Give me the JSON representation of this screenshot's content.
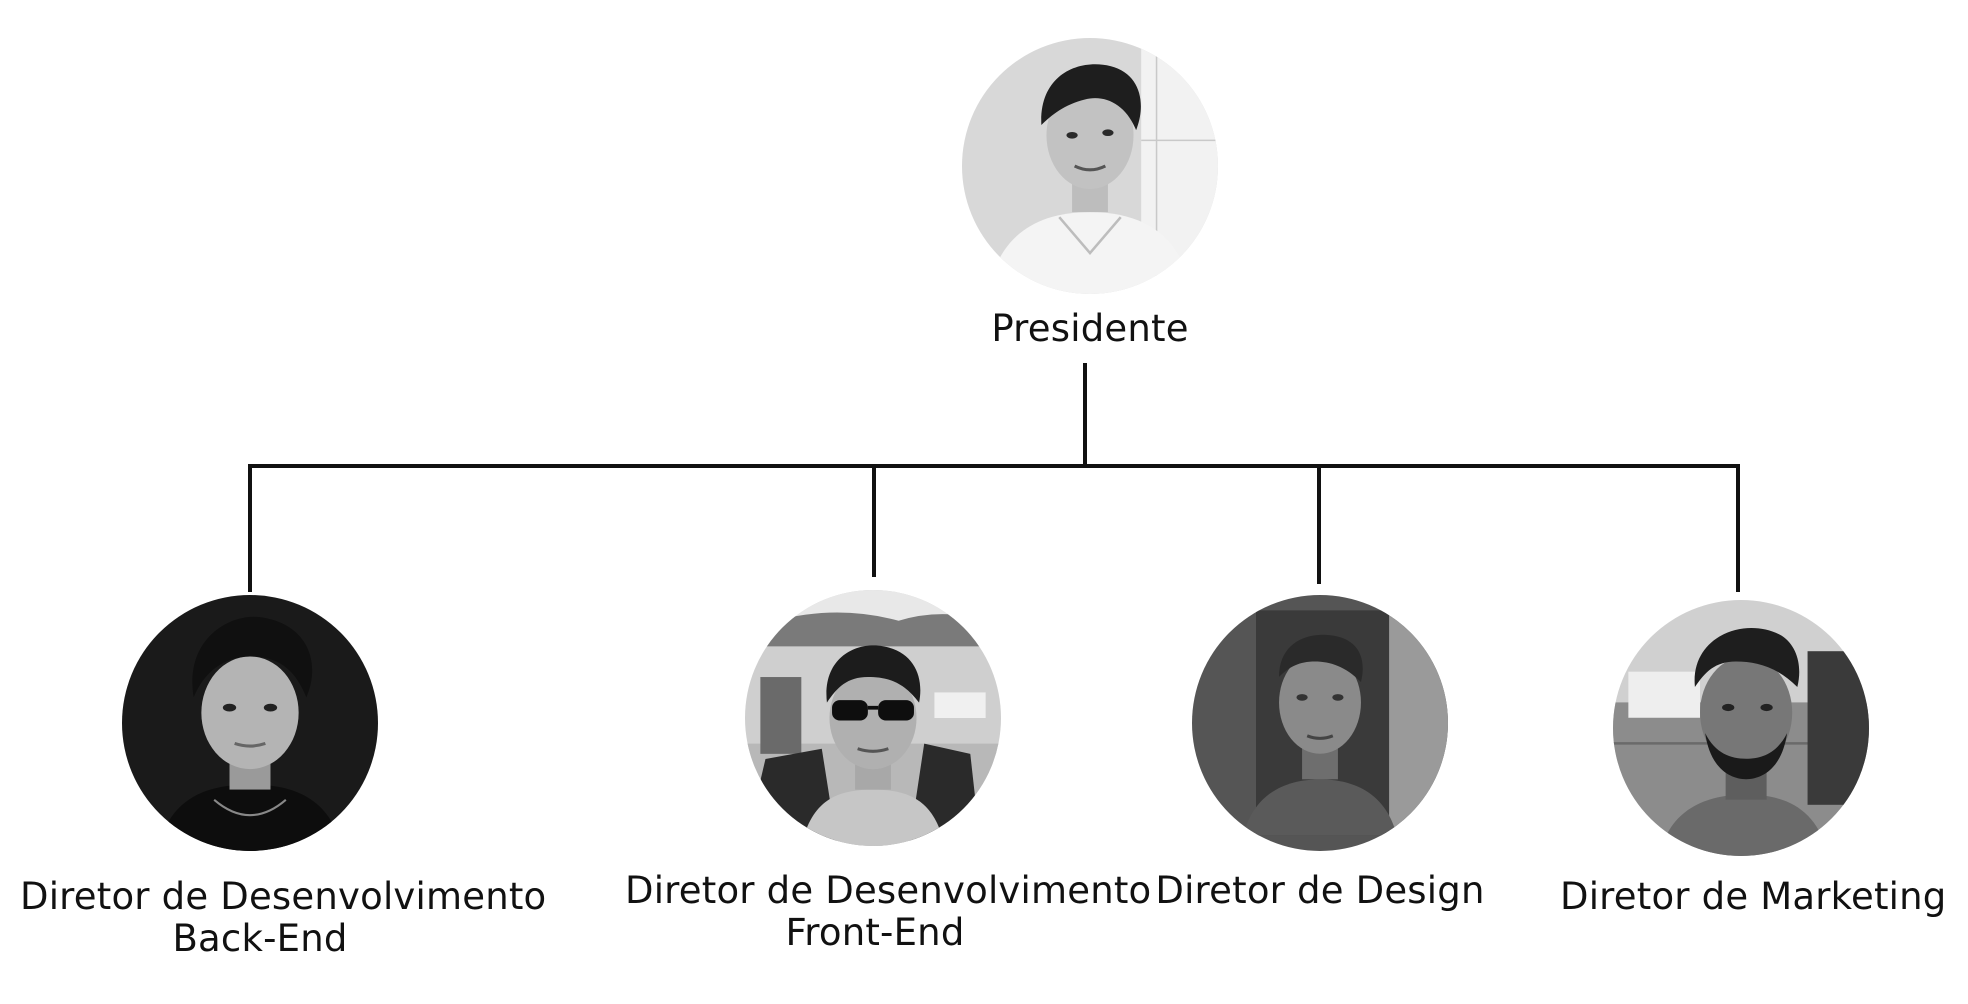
{
  "colors": {
    "line": "#111111",
    "background": "#ffffff"
  },
  "org_chart": {
    "president": {
      "label": "Presidente",
      "photo": "president-portrait"
    },
    "directors": [
      {
        "line1": "Diretor de Desenvolvimento",
        "line2": "Back-End",
        "photo": "director-backend-portrait"
      },
      {
        "line1": "Diretor de Desenvolvimento",
        "line2": "Front-End",
        "photo": "director-frontend-portrait"
      },
      {
        "line1": "Diretor de Design",
        "line2": "",
        "photo": "director-design-portrait"
      },
      {
        "line1": "Diretor de Marketing",
        "line2": "",
        "photo": "director-marketing-portrait"
      }
    ]
  }
}
